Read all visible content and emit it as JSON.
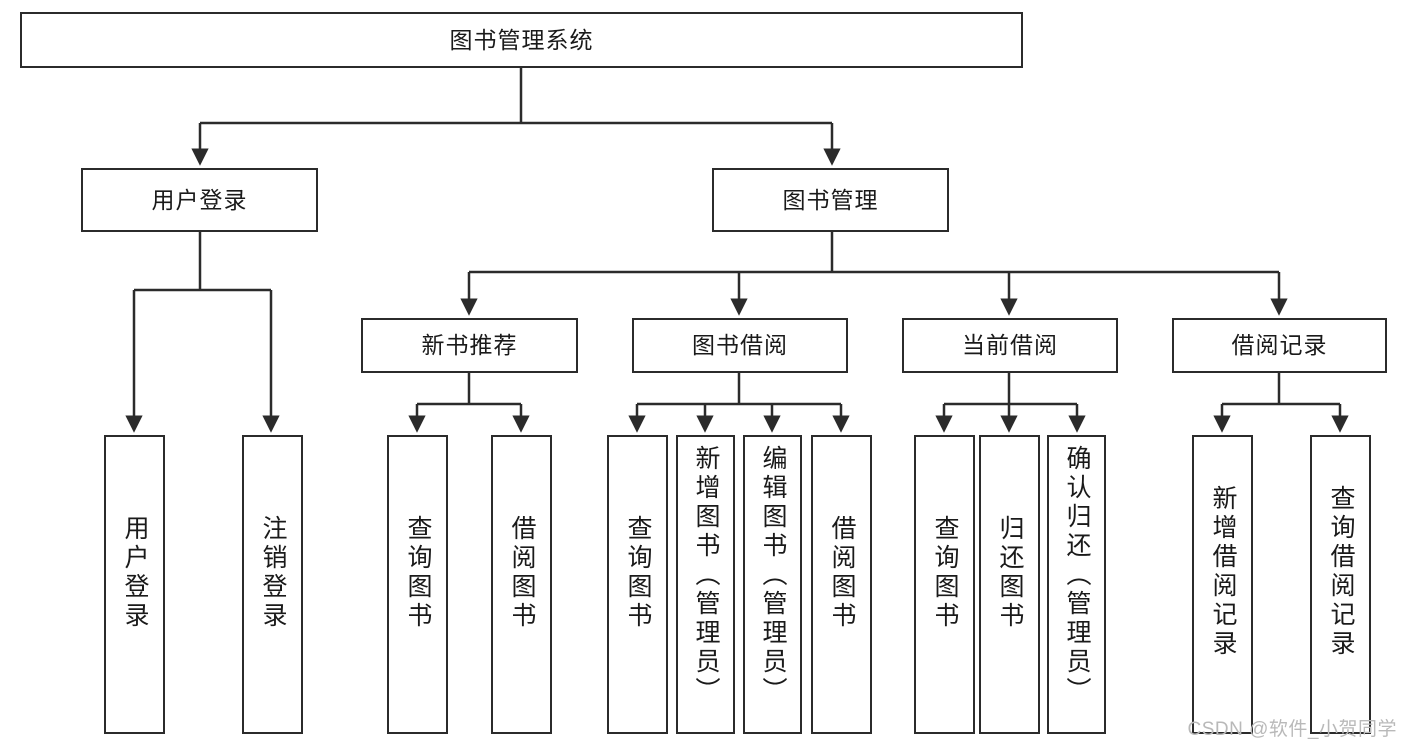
{
  "diagram": {
    "title": "图书管理系统",
    "watermark": "CSDN @软件_小贺同学",
    "colors": {
      "box_border": "#2b2b2b",
      "box_fill": "#ffffff",
      "connector": "#2b2b2b",
      "text": "#1a1a1a",
      "watermark": "#b9b9b9",
      "background": "#ffffff"
    },
    "levels": {
      "root": "图书管理系统",
      "level2": [
        "用户登录",
        "图书管理"
      ],
      "level3": [
        "新书推荐",
        "图书借阅",
        "当前借阅",
        "借阅记录"
      ],
      "level4_groups": [
        {
          "parent": "用户登录",
          "children": [
            "用户登录",
            "注销登录"
          ]
        },
        {
          "parent": "新书推荐",
          "children": [
            "查询图书",
            "借阅图书"
          ]
        },
        {
          "parent": "图书借阅",
          "children": [
            "查询图书",
            "新增图书（管理员）",
            "编辑图书（管理员）",
            "借阅图书"
          ]
        },
        {
          "parent": "当前借阅",
          "children": [
            "查询图书",
            "归还图书",
            "确认归还（管理员）"
          ]
        },
        {
          "parent": "借阅记录",
          "children": [
            "新增借阅记录",
            "查询借阅记录"
          ]
        }
      ]
    },
    "nodes": {
      "root": {
        "label": "图书管理系统"
      },
      "user_login": {
        "label": "用户登录"
      },
      "book_manage": {
        "label": "图书管理"
      },
      "new_book_rec": {
        "label": "新书推荐"
      },
      "book_borrow": {
        "label": "图书借阅"
      },
      "current_borrow": {
        "label": "当前借阅"
      },
      "borrow_record": {
        "label": "借阅记录"
      },
      "leaf_user_login": {
        "label": "用户登录"
      },
      "leaf_logout": {
        "label": "注销登录"
      },
      "leaf_query_book_a": {
        "label": "查询图书"
      },
      "leaf_borrow_book_a": {
        "label": "借阅图书"
      },
      "leaf_query_book_b": {
        "label": "查询图书"
      },
      "leaf_add_book": {
        "label": "新增图书（管理员）"
      },
      "leaf_edit_book": {
        "label": "编辑图书（管理员）"
      },
      "leaf_borrow_book_b": {
        "label": "借阅图书"
      },
      "leaf_query_book_c": {
        "label": "查询图书"
      },
      "leaf_return_book": {
        "label": "归还图书"
      },
      "leaf_confirm_return": {
        "label": "确认归还（管理员）"
      },
      "leaf_add_record": {
        "label": "新增借阅记录"
      },
      "leaf_query_record": {
        "label": "查询借阅记录"
      }
    }
  }
}
